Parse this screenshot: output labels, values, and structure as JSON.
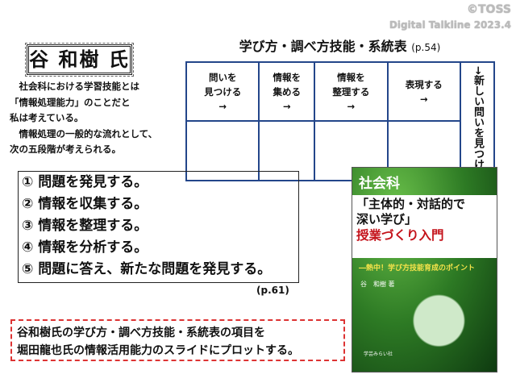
{
  "watermark": {
    "line1": "©TOSS",
    "line2": "Digital Talkline 2023.4"
  },
  "name": "谷 和樹 氏",
  "intro": [
    "　社会科における学習技能とは",
    "「情報処理能力」のことだと",
    "私は考えている。",
    "　情報処理の一般的な流れとして、",
    "次の五段階が考えられる。"
  ],
  "table": {
    "title": "学び方・調べ方技能・系統表",
    "page": "(p.54)",
    "headers": [
      [
        "問いを",
        "見つける",
        "→"
      ],
      [
        "情報を",
        "集める",
        "→"
      ],
      [
        "情報を",
        "整理する",
        "→"
      ],
      [
        "表現する",
        "→"
      ]
    ],
    "last": "→新しい問いを見つける"
  },
  "steps": [
    "① 問題を発見する。",
    "② 情報を収集する。",
    "③ 情報を整理する。",
    "④ 情報を分析する。",
    "⑤ 問題に答え、新たな問題を発見する。"
  ],
  "steps_page": "(p.61)",
  "note": [
    "谷和樹氏の学び方・調べ方技能・系統表の項目を",
    "堀田龍也氏の情報活用能力のスライドにプロットする。"
  ],
  "book": {
    "series": "社会科",
    "title1": "「主体的・対話的で",
    "title2": "深い学び」",
    "title3": "授業づくり入門",
    "subtitle": "―熱中！学び方技能育成のポイント",
    "author": "谷　和樹 著",
    "publisher": "学芸みらい社"
  }
}
